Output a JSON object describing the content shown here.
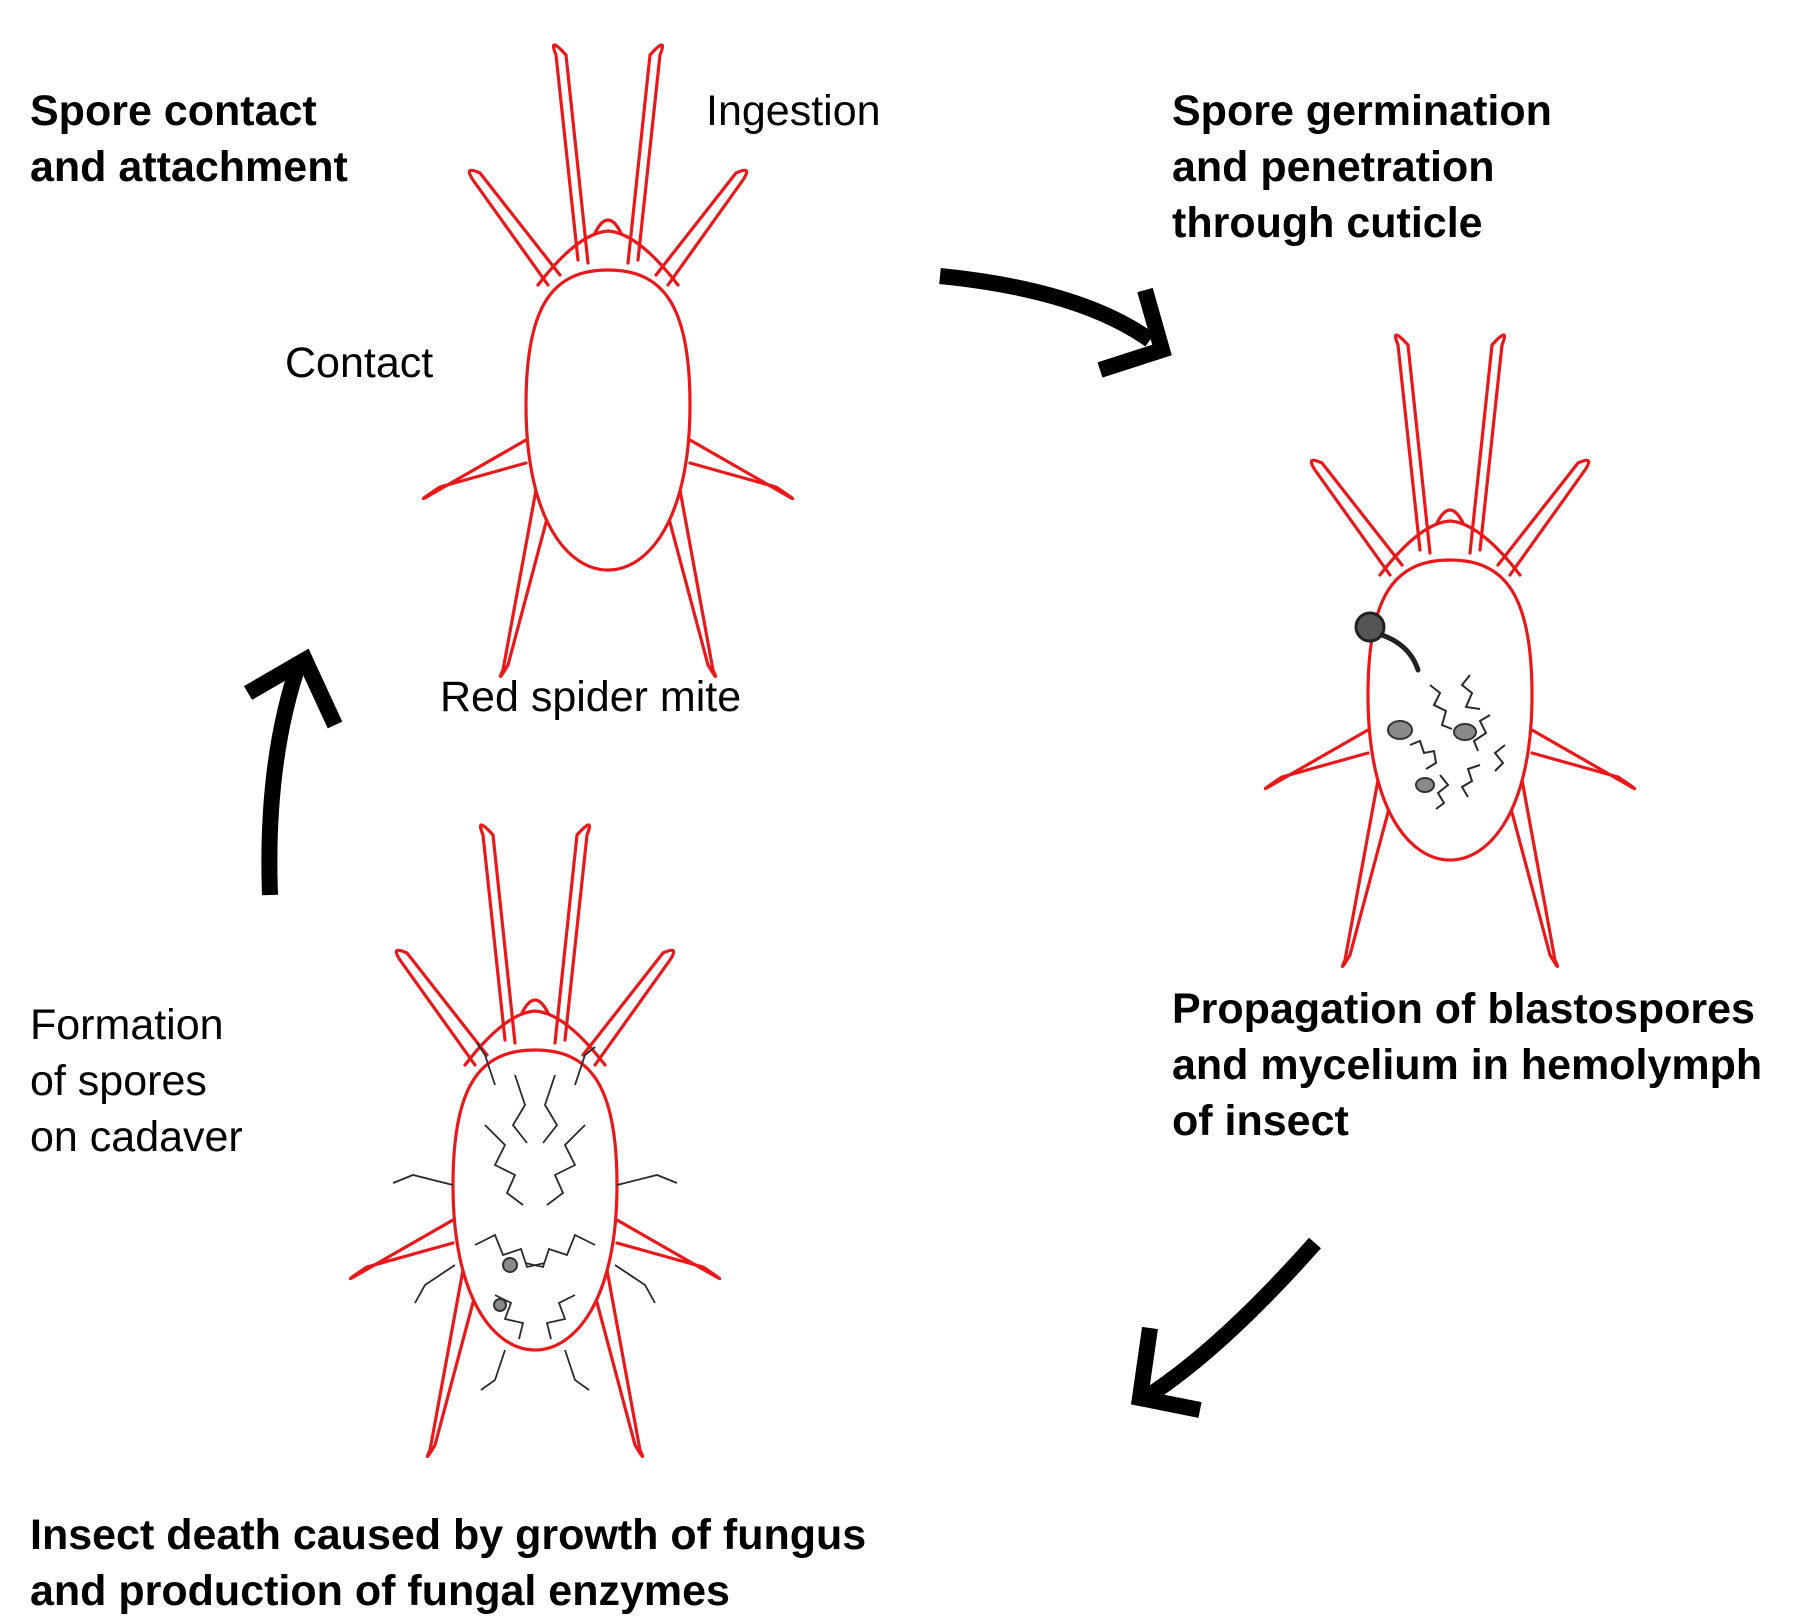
{
  "stages": {
    "attachment": {
      "title_lines": [
        "Spore contact",
        "and attachment"
      ]
    },
    "germination": {
      "title_lines": [
        "Spore germination",
        "and penetration",
        "through cuticle"
      ]
    },
    "propagation": {
      "title_lines": [
        "Propagation of blastospores",
        "and mycelium in hemolymph",
        "of insect"
      ]
    },
    "death": {
      "title_lines": [
        "Insect death caused by growth of fungus",
        "and production of fungal enzymes"
      ]
    }
  },
  "labels": {
    "ingestion": "Ingestion",
    "contact": "Contact",
    "mite_name": "Red spider mite",
    "formation_lines": [
      "Formation",
      "of spores",
      "on cadaver"
    ]
  },
  "colors": {
    "mite_outline": "#e8181b",
    "arrow": "#000000",
    "fungus": "#2a2a2a",
    "spore_fill": "#8a8a8a"
  }
}
